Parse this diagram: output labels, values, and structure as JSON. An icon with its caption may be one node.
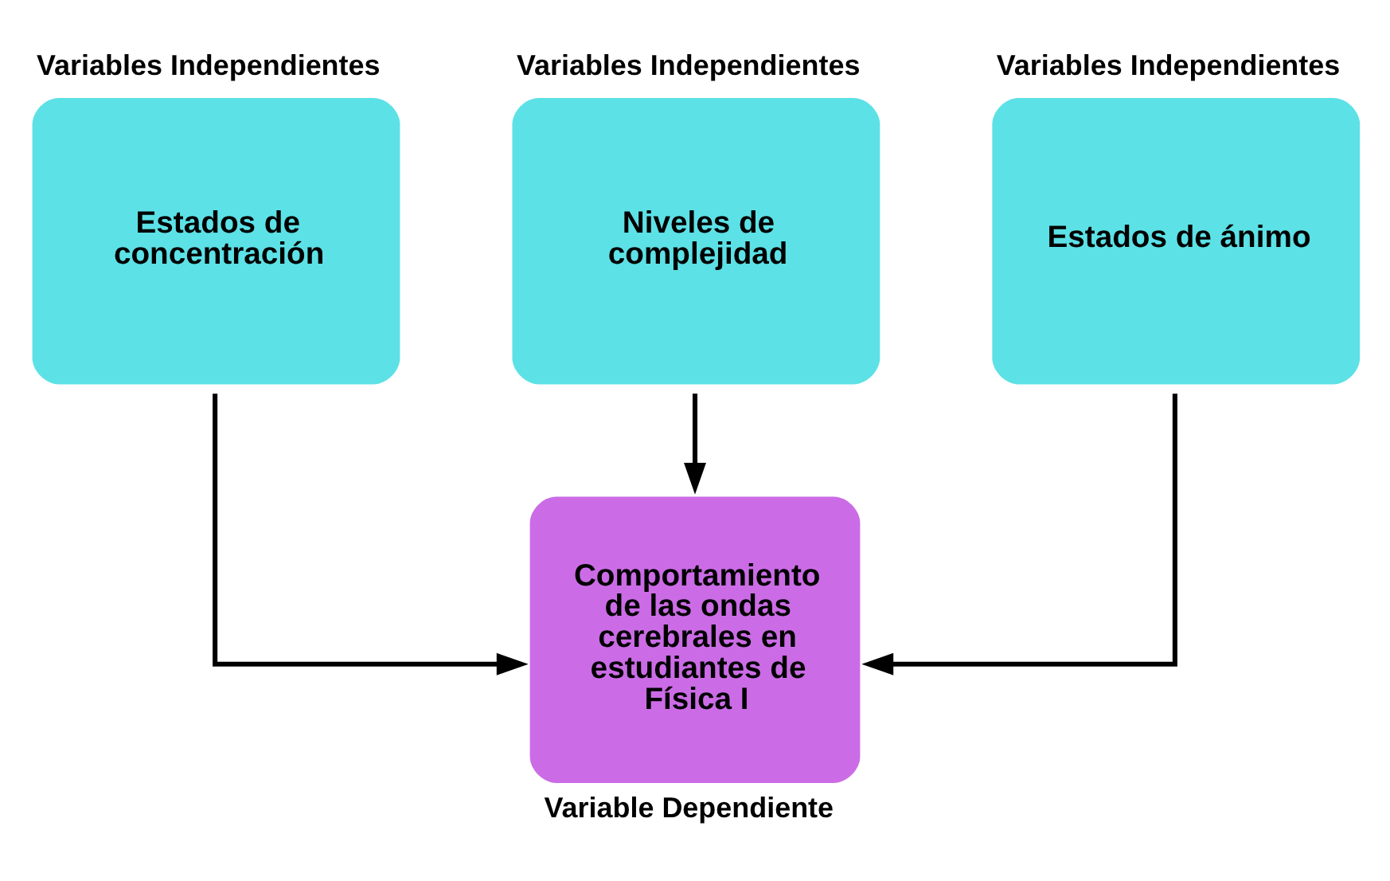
{
  "diagram": {
    "nodes": [
      {
        "text": [
          "Variables Independientes",
          "Estados de concentración"
        ]
      },
      {
        "text": [
          "Variables Independientes",
          "Niveles de complejidad"
        ]
      },
      {
        "text": [
          "Variables Independientes",
          "Estados de ánimo"
        ]
      },
      {
        "text": [
          "Comportamiento de las ondas cerebrales en estudiantes de Física I",
          "Variable Dependiente"
        ]
      }
    ],
    "edges": [
      {
        "from": 0,
        "to": 3,
        "arrow": "to"
      },
      {
        "from": 1,
        "to": 3,
        "arrow": "to"
      },
      {
        "from": 2,
        "to": 3,
        "arrow": "to"
      }
    ]
  }
}
